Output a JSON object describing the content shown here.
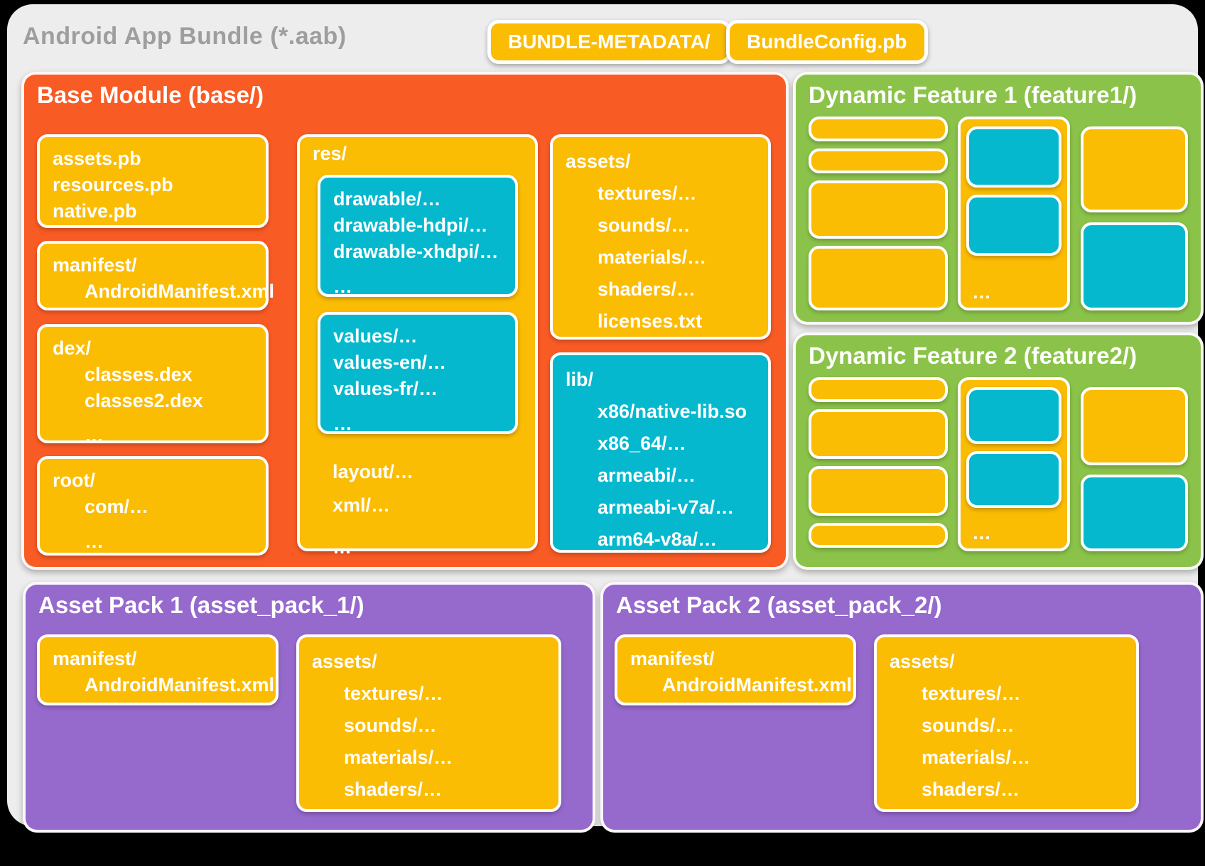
{
  "page": {
    "title": "Android App Bundle (*.aab)"
  },
  "colors": {
    "orange": "#F95B25",
    "yellow": "#FBBC04",
    "cyan": "#05B8CE",
    "green": "#8BC34A",
    "purple": "#9669CD",
    "card": "#EDEDED",
    "titlegray": "#9E9E9E"
  },
  "top_pills": {
    "bundle_metadata": "BUNDLE-METADATA/",
    "bundle_config": "BundleConfig.pb"
  },
  "base_module": {
    "title": "Base Module (base/)",
    "protobuf_box": {
      "lines": [
        {
          "t": "assets.pb"
        },
        {
          "t": "resources.pb"
        },
        {
          "t": "native.pb"
        }
      ]
    },
    "manifest_box": {
      "lines": [
        {
          "t": "manifest/"
        },
        {
          "t": "AndroidManifest.xml",
          "i": 1
        }
      ]
    },
    "dex_box": {
      "lines": [
        {
          "t": "dex/"
        },
        {
          "t": "classes.dex",
          "i": 1
        },
        {
          "t": "classes2.dex",
          "i": 1
        },
        {
          "t": "…",
          "i": 1,
          "g": 1
        }
      ]
    },
    "root_box": {
      "lines": [
        {
          "t": "root/"
        },
        {
          "t": "com/…",
          "i": 1
        },
        {
          "t": "…",
          "i": 1,
          "g": 1
        }
      ]
    },
    "res_box": {
      "label": "res/",
      "drawable_group": {
        "lines": [
          {
            "t": "drawable/…"
          },
          {
            "t": "drawable-hdpi/…"
          },
          {
            "t": "drawable-xhdpi/…"
          },
          {
            "t": "…",
            "g": 1
          }
        ]
      },
      "values_group": {
        "lines": [
          {
            "t": "values/…"
          },
          {
            "t": "values-en/…"
          },
          {
            "t": "values-fr/…"
          },
          {
            "t": "…",
            "g": 1
          }
        ]
      },
      "tail": {
        "lines": [
          {
            "t": "layout/…"
          },
          {
            "t": "xml/…"
          },
          {
            "t": "…",
            "g": 1
          }
        ]
      }
    },
    "assets_box": {
      "lines": [
        {
          "t": "assets/"
        },
        {
          "t": "textures/…",
          "i": 1
        },
        {
          "t": "sounds/…",
          "i": 1
        },
        {
          "t": "materials/…",
          "i": 1
        },
        {
          "t": "shaders/…",
          "i": 1
        },
        {
          "t": "licenses.txt",
          "i": 1
        }
      ]
    },
    "lib_box": {
      "lines": [
        {
          "t": "lib/"
        },
        {
          "t": "x86/native-lib.so",
          "i": 1
        },
        {
          "t": "x86_64/…",
          "i": 1
        },
        {
          "t": "armeabi/…",
          "i": 1
        },
        {
          "t": "armeabi-v7a/…",
          "i": 1
        },
        {
          "t": "arm64-v8a/…",
          "i": 1
        }
      ]
    }
  },
  "dynamic_features": [
    {
      "title": "Dynamic Feature 1 (feature1/)",
      "ellipsis": "…"
    },
    {
      "title": "Dynamic Feature 2 (feature2/)",
      "ellipsis": "…"
    }
  ],
  "asset_packs": [
    {
      "title": "Asset Pack 1 (asset_pack_1/)",
      "manifest_box": {
        "lines": [
          {
            "t": "manifest/"
          },
          {
            "t": "AndroidManifest.xml",
            "i": 1
          }
        ]
      },
      "assets_box": {
        "lines": [
          {
            "t": "assets/"
          },
          {
            "t": "textures/…",
            "i": 1
          },
          {
            "t": "sounds/…",
            "i": 1
          },
          {
            "t": "materials/…",
            "i": 1
          },
          {
            "t": "shaders/…",
            "i": 1
          }
        ]
      }
    },
    {
      "title": "Asset Pack 2 (asset_pack_2/)",
      "manifest_box": {
        "lines": [
          {
            "t": "manifest/"
          },
          {
            "t": "AndroidManifest.xml",
            "i": 1
          }
        ]
      },
      "assets_box": {
        "lines": [
          {
            "t": "assets/"
          },
          {
            "t": "textures/…",
            "i": 1
          },
          {
            "t": "sounds/…",
            "i": 1
          },
          {
            "t": "materials/…",
            "i": 1
          },
          {
            "t": "shaders/…",
            "i": 1
          }
        ]
      }
    }
  ]
}
